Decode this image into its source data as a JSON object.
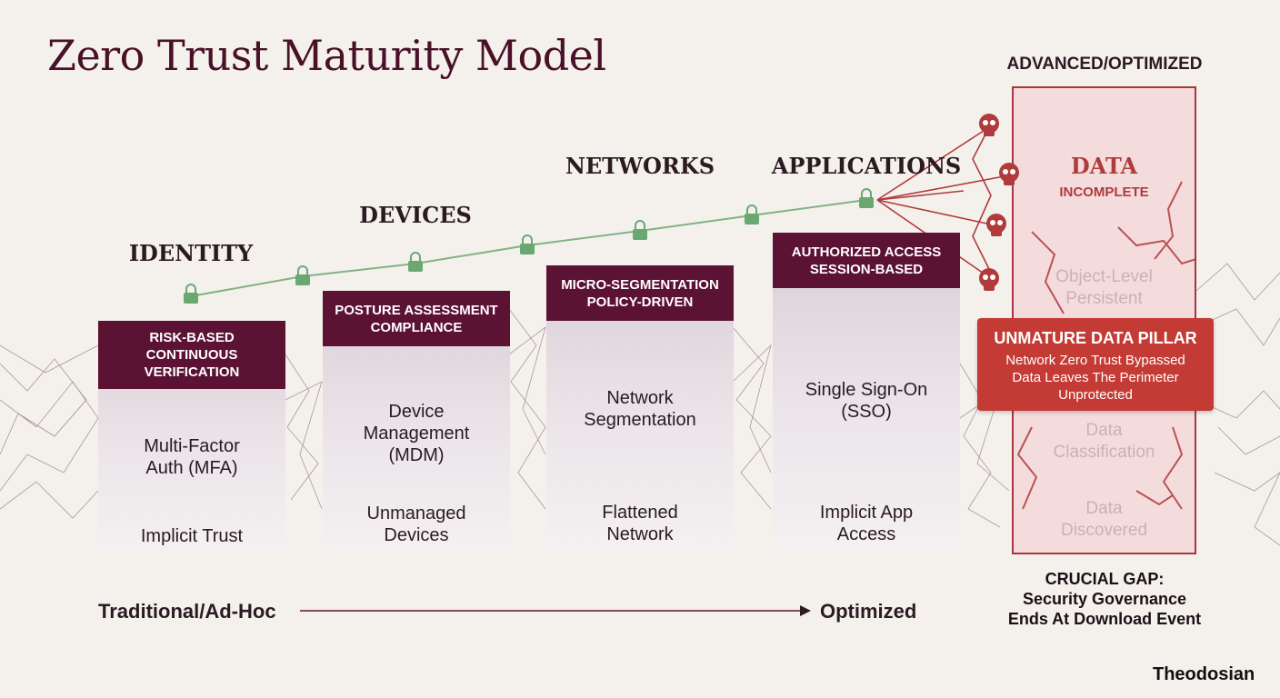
{
  "title": "Zero Trust Maturity Model",
  "pillars": [
    {
      "name": "IDENTITY",
      "band": "RISK-BASED\nCONTINUOUS\nVERIFICATION",
      "mid": "Multi-Factor\nAuth (MFA)",
      "low": "Implicit Trust"
    },
    {
      "name": "DEVICES",
      "band": "POSTURE ASSESSMENT\nCOMPLIANCE",
      "mid": "Device\nManagement\n(MDM)",
      "low": "Unmanaged\nDevices"
    },
    {
      "name": "NETWORKS",
      "band": "MICRO-SEGMENTATION\nPOLICY-DRIVEN",
      "mid": "Network\nSegmentation",
      "low": "Flattened\nNetwork"
    },
    {
      "name": "APPLICATIONS",
      "band": "AUTHORIZED ACCESS\nSESSION-BASED",
      "mid": "Single Sign-On\n(SSO)",
      "low": "Implicit App\nAccess"
    }
  ],
  "data_pillar": {
    "header": "ADVANCED/OPTIMIZED",
    "name": "DATA",
    "status": "INCOMPLETE",
    "level_top": "Object-Level\nPersistent",
    "level_mid": "Data\nClassification",
    "level_low": "Data\nDiscovered"
  },
  "gap_callout": {
    "title": "UNMATURE DATA PILLAR",
    "body": "Network Zero Trust Bypassed\nData Leaves The Perimeter\nUnprotected"
  },
  "crucial_gap": "CRUCIAL GAP:\nSecurity Governance\nEnds At Download Event",
  "axis": {
    "start": "Traditional/Ad-Hoc",
    "end": "Optimized"
  },
  "brand": "Theodosian",
  "colors": {
    "maroon": "#5c1232",
    "alert": "#c43a34",
    "lock_green": "#6aa872",
    "background": "#f4f1ec"
  },
  "icons": [
    "lock-icon",
    "skull-icon",
    "arrow-right-icon"
  ]
}
